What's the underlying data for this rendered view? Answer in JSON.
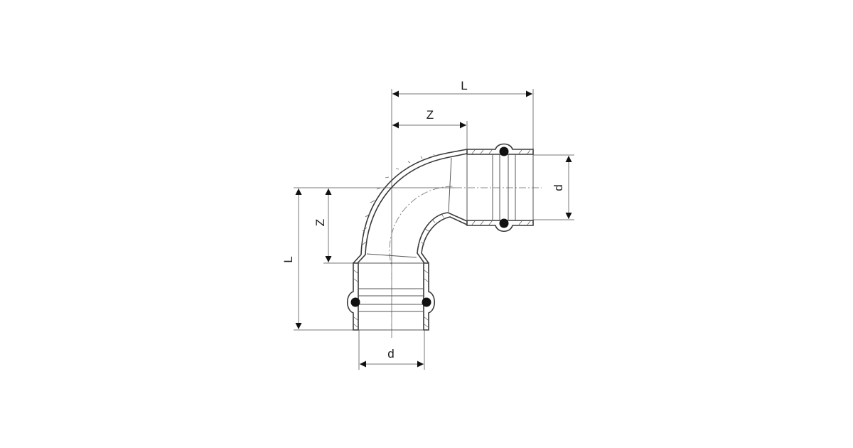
{
  "drawing": {
    "title": "90° press elbow fitting – dimension drawing",
    "background": "#ffffff",
    "line_color": "#3a3a3a",
    "dimensions": {
      "top_length_label": "L",
      "top_z_label": "Z",
      "right_diameter_label": "d",
      "left_length_label": "L",
      "left_z_label": "Z",
      "bottom_diameter_label": "d"
    },
    "components": {
      "elbow_body": "curved 90° pipe bend",
      "socket_right": "horizontal press socket with O-ring",
      "socket_bottom": "vertical press socket with O-ring",
      "seal_marker": "o-ring-icon"
    }
  }
}
